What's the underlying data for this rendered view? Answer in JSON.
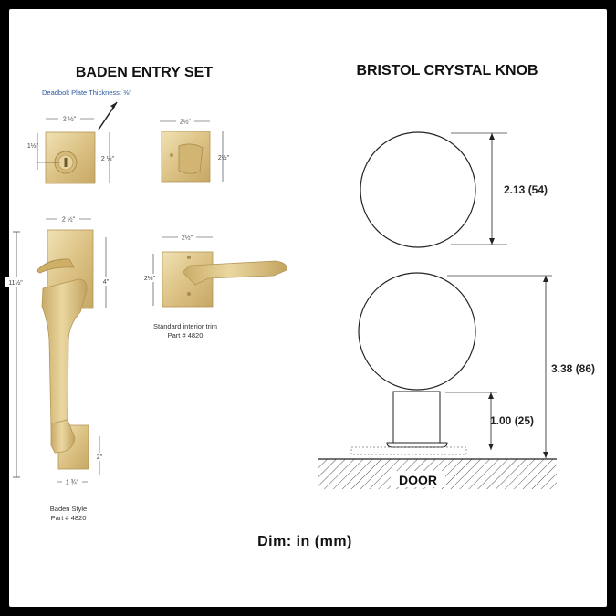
{
  "left_title": "BADEN ENTRY SET",
  "right_title": "BRISTOL CRYSTAL KNOB",
  "deadbolt_note": "Deadbolt Plate Thickness: ⅜\"",
  "deadbolt": {
    "width": "2 ½\"",
    "height": "2 ½\"",
    "center": "1½\""
  },
  "thumbturn": {
    "width": "2½\"",
    "height": "2½\""
  },
  "grip": {
    "width": "2 ½\"",
    "length": "11½\"",
    "upper": "4\"",
    "lower": "2\"",
    "bottom": "1 ¾\""
  },
  "interior": {
    "width": "2½\"",
    "height": "2½\"",
    "caption_1": "Standard interior trim",
    "caption_2": "Part # 4820"
  },
  "grip_caption_1": "Baden Style",
  "grip_caption_2": "Part # 4820",
  "knob_diameter": "2.13 (54)",
  "knob_projection": "3.38 (86)",
  "rose_height": "1.00 (25)",
  "door_label": "DOOR",
  "footer": "Dim: in (mm)",
  "colors": {
    "brass": "#d8bf7f",
    "brass_dark": "#b89a55",
    "brass_light": "#efe0b0"
  }
}
